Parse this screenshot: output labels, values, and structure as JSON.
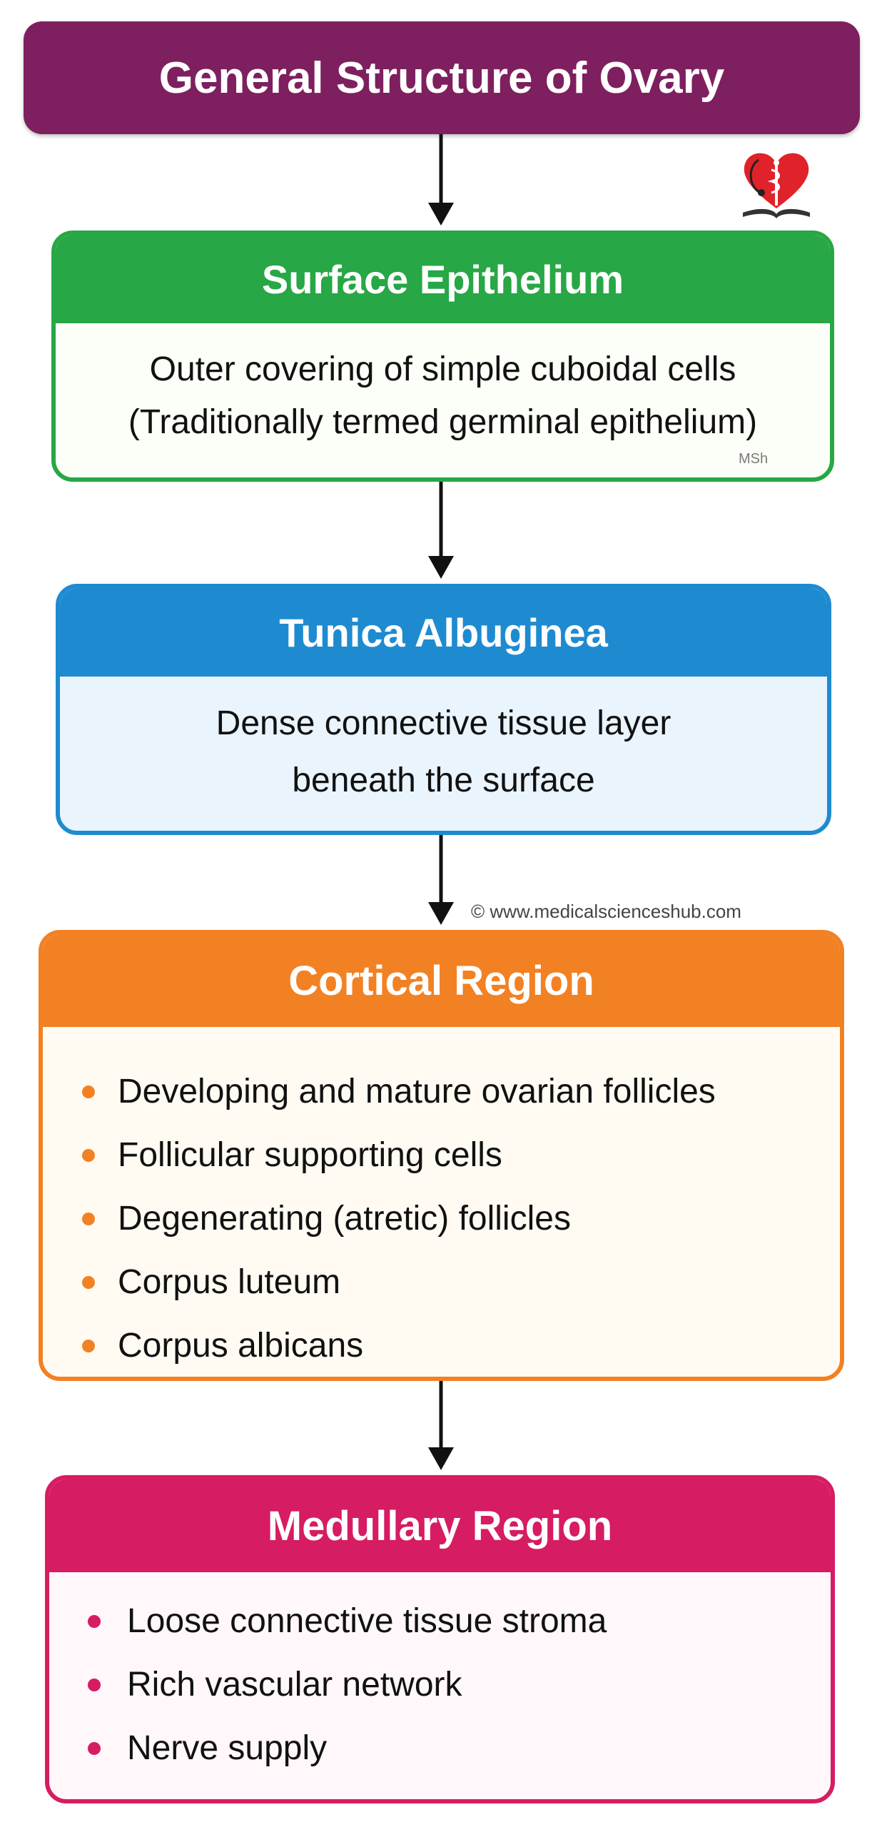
{
  "title": "General Structure of Ovary",
  "watermark_copyright": "© www.medicalscienceshub.com",
  "watermark_msh": "MSh",
  "logo_icon": "heart-stethoscope-book-logo",
  "surface_epithelium": {
    "heading": "Surface Epithelium",
    "line1": "Outer covering of simple cuboidal cells",
    "line2": "(Traditionally termed germinal epithelium)",
    "color": "#27a745"
  },
  "tunica_albuginea": {
    "heading": "Tunica Albuginea",
    "line1": "Dense connective tissue layer",
    "line2": "beneath the surface",
    "color": "#1e8bd1"
  },
  "cortical_region": {
    "heading": "Cortical Region",
    "color": "#f28124",
    "items": [
      "Developing and mature ovarian follicles",
      "Follicular supporting cells",
      "Degenerating (atretic) follicles",
      "Corpus luteum",
      "Corpus albicans"
    ]
  },
  "medullary_region": {
    "heading": "Medullary Region",
    "color": "#d61c63",
    "items": [
      "Loose connective tissue stroma",
      "Rich vascular network",
      "Nerve supply"
    ]
  }
}
